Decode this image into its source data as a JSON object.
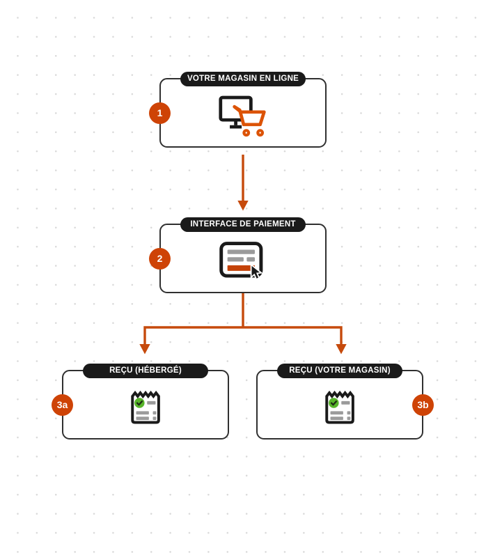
{
  "page": {
    "background": "#ffffff",
    "pattern": "light-gray-dot-grid"
  },
  "palette": {
    "accent": "#c64a0c",
    "badge": "#ce4306",
    "pill_bg": "#1a1a1a",
    "node_border": "#303030",
    "icon_black": "#1a1a1a",
    "icon_gray": "#9b9b9b",
    "cart_orange": "#dc5306",
    "card_bar_orange": "#c44208",
    "check_green": "#57b42a",
    "dot_color": "#d9d9d9"
  },
  "diagram": {
    "type": "flowchart",
    "language": "fr",
    "nodes": [
      {
        "badge": "1",
        "label": "VOTRE MAGASIN EN LIGNE",
        "icon": "online-store-cart-icon",
        "badge_side": "left"
      },
      {
        "badge": "2",
        "label": "INTERFACE DE PAIEMENT",
        "icon": "payment-form-click-icon",
        "badge_side": "left"
      },
      {
        "badge": "3a",
        "label": "REÇU (HÉBERGÉ)",
        "icon": "receipt-check-icon",
        "badge_side": "left"
      },
      {
        "badge": "3b",
        "label": "REÇU (VOTRE MAGASIN)",
        "icon": "receipt-check-icon",
        "badge_side": "right"
      }
    ],
    "edges": [
      {
        "from": "1",
        "to": "2"
      },
      {
        "from": "2",
        "to": "3a"
      },
      {
        "from": "2",
        "to": "3b"
      }
    ]
  }
}
